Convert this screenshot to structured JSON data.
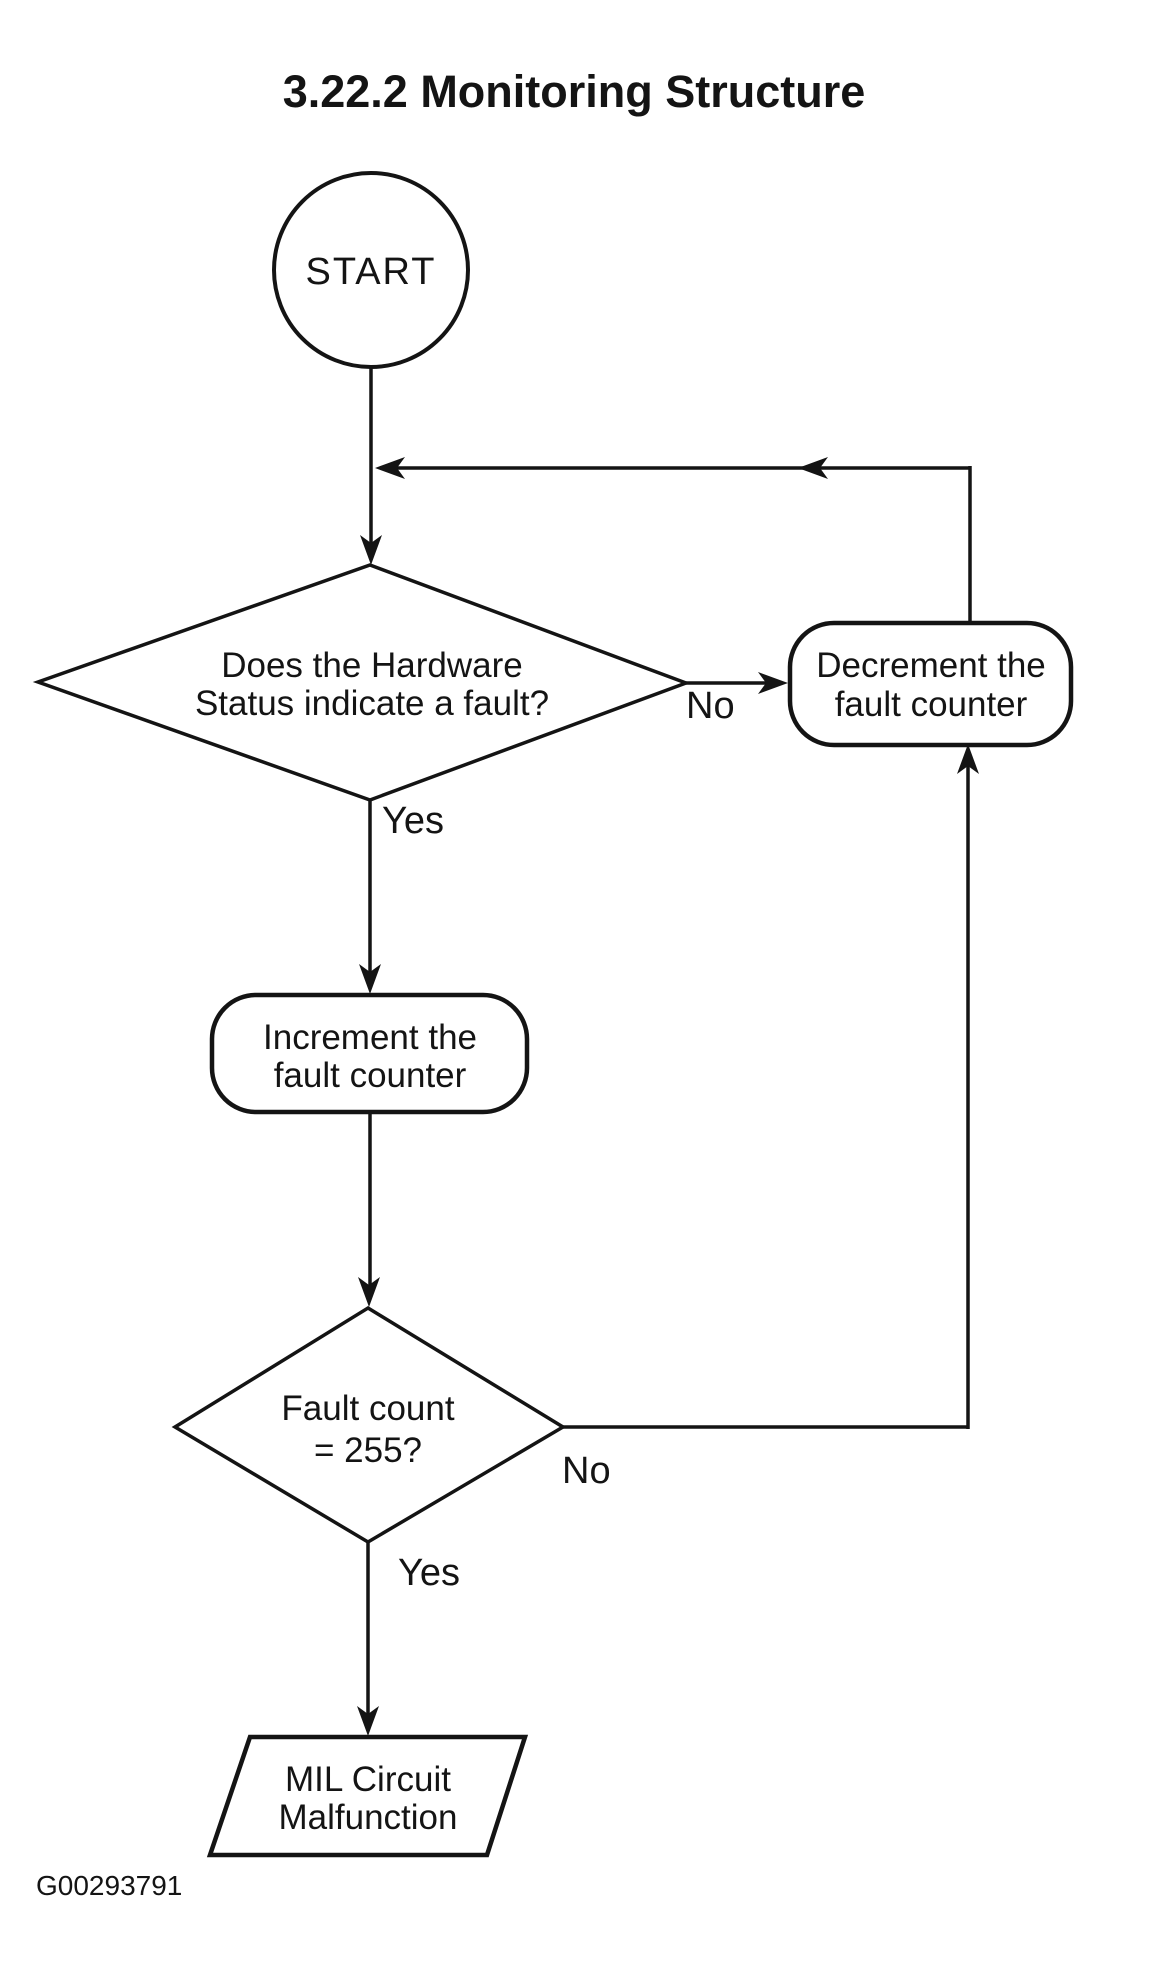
{
  "page": {
    "title": "3.22.2 Monitoring Structure",
    "figure_code": "G00293791"
  },
  "colors": {
    "ink": "#141414",
    "paper": "#ffffff"
  },
  "nodes": {
    "start": {
      "label": "START"
    },
    "hw_decision": {
      "line1": "Does the Hardware",
      "line2": "Status indicate a fault?"
    },
    "decrement": {
      "line1": "Decrement the",
      "line2": "fault counter"
    },
    "increment": {
      "line1": "Increment the",
      "line2": "fault counter"
    },
    "count_decision": {
      "line1": "Fault count",
      "line2": "= 255?"
    },
    "mil_output": {
      "line1": "MIL Circuit",
      "line2": "Malfunction"
    }
  },
  "edge_labels": {
    "hw_no": "No",
    "hw_yes": "Yes",
    "count_no": "No",
    "count_yes": "Yes"
  }
}
